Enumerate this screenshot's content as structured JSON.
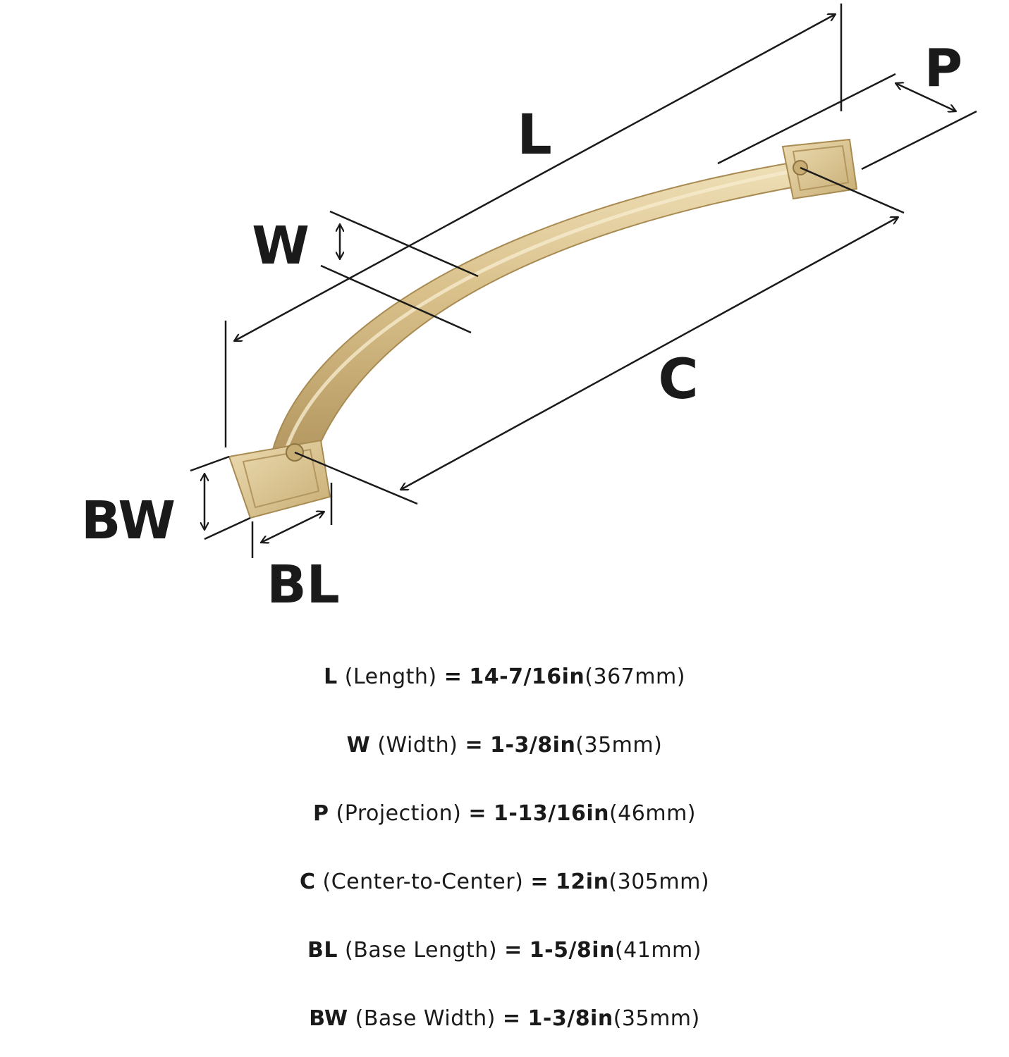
{
  "labels": {
    "length": "L",
    "width": "W",
    "projection": "P",
    "center": "C",
    "base_width": "BW",
    "base_length": "BL"
  },
  "specs": [
    {
      "code": "L",
      "name": "(Length)",
      "eq": "=",
      "value": "14-7/16in",
      "metric": "(367mm)"
    },
    {
      "code": "W",
      "name": "(Width)",
      "eq": "=",
      "value": "1-3/8in",
      "metric": "(35mm)"
    },
    {
      "code": "P",
      "name": "(Projection)",
      "eq": "=",
      "value": "1-13/16in",
      "metric": "(46mm)"
    },
    {
      "code": "C",
      "name": "(Center-to-Center)",
      "eq": "=",
      "value": "12in",
      "metric": "(305mm)"
    },
    {
      "code": "BL",
      "name": "(Base Length)",
      "eq": "=",
      "value": "1-5/8in",
      "metric": "(41mm)"
    },
    {
      "code": "BW",
      "name": "(Base Width)",
      "eq": "=",
      "value": "1-3/8in",
      "metric": "(35mm)"
    }
  ],
  "colors": {
    "brass_light": "#e8d6aa",
    "brass_mid": "#cfb57d",
    "brass_dark": "#a88b52",
    "line": "#1a1a1a"
  }
}
